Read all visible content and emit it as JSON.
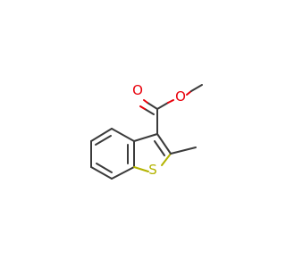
{
  "molecule": {
    "atoms": {
      "carbonyl_oxygen": "O",
      "ester_oxygen": "O",
      "sulfur": "S"
    }
  },
  "colors": {
    "background": "#ffffff",
    "bond": "#3b3b3b",
    "oxygen": "#e8000b",
    "sulfur": "#b3b300"
  }
}
